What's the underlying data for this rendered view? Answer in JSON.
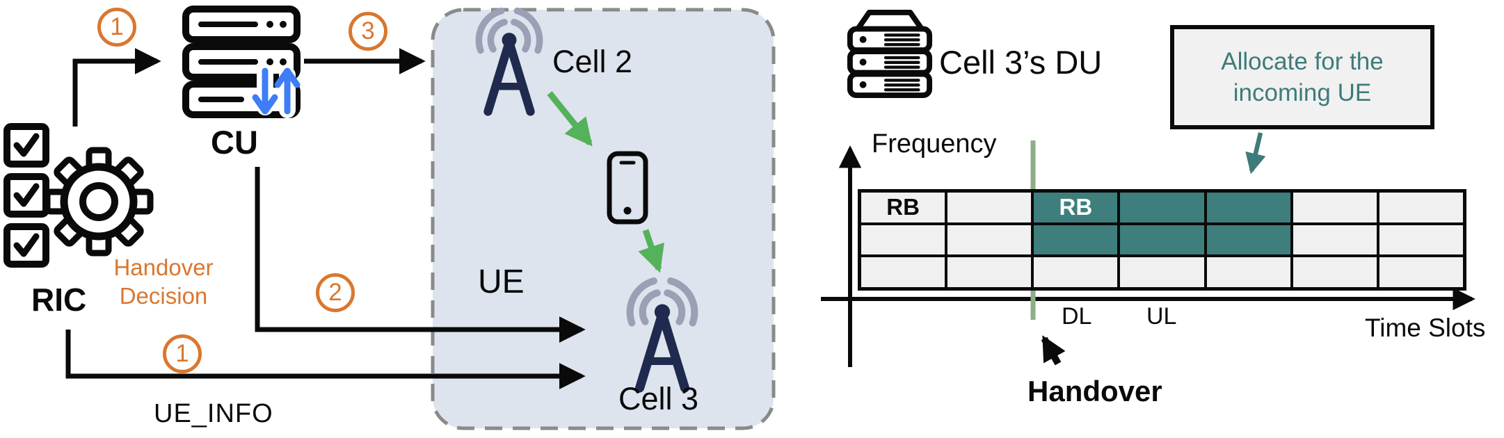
{
  "colors": {
    "orange": "#D9772F",
    "teal_fill": "#3E7F7D",
    "teal_text": "#3E7B7A",
    "green_arrow": "#54B25A",
    "sage_line": "#8FAE88",
    "panel_fill": "#DDE4EE",
    "panel_border": "#8A8A8A",
    "cell_gray": "#F0F0F0",
    "line_black": "#0A0A0A",
    "antenna_navy": "#1F2A4E",
    "antenna_arc": "#9BA0B5",
    "cu_arrow_blue": "#3F7DF6"
  },
  "left_flow": {
    "ric_label": "RIC",
    "decision_line1": "Handover",
    "decision_line2": "Decision",
    "cu_label": "CU",
    "ue_info_label": "UE_INFO",
    "badges": {
      "ric_to_cu": "1",
      "cu_to_cell2": "3",
      "cu_to_cell3": "2",
      "ric_to_cell3": "1"
    }
  },
  "ue_group": {
    "cell2_label": "Cell 2",
    "ue_label": "UE",
    "cell3_label": "Cell 3"
  },
  "du_panel": {
    "title": "Cell 3’s DU",
    "callout_line1": "Allocate for the",
    "callout_line2": "incoming UE",
    "y_axis_label": "Frequency",
    "x_axis_label": "Time Slots",
    "dl_label": "DL",
    "ul_label": "UL",
    "handover_label": "Handover",
    "grid": {
      "rows": 3,
      "cols": 7,
      "allocated_cells": [
        [
          0,
          2
        ],
        [
          0,
          3
        ],
        [
          0,
          4
        ],
        [
          1,
          2
        ],
        [
          1,
          3
        ],
        [
          1,
          4
        ]
      ],
      "cell_labels": [
        {
          "row": 0,
          "col": 0,
          "text": "RB",
          "style": "dark"
        },
        {
          "row": 0,
          "col": 2,
          "text": "RB",
          "style": "light"
        }
      ]
    }
  }
}
